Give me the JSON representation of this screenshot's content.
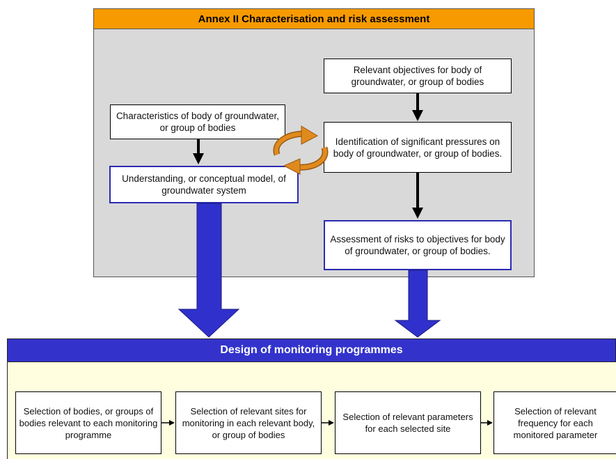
{
  "annex": {
    "title": "Annex II Characterisation and risk assessment",
    "relevant_objectives": "Relevant objectives for body of groundwater, or group of bodies",
    "characteristics": "Characteristics of body of groundwater, or group of bodies",
    "identification": "Identification of significant pressures on body of groundwater, or group of bodies.",
    "understanding": "Understanding, or conceptual model, of groundwater system",
    "assessment": "Assessment of risks to objectives for body of groundwater, or group of bodies."
  },
  "design": {
    "title": "Design of monitoring programmes",
    "steps": [
      "Selection of bodies, or groups of bodies relevant to each monitoring programme",
      "Selection of relevant sites for monitoring in each relevant body, or group of bodies",
      "Selection of relevant parameters for each selected site",
      "Selection of relevant frequency for each monitored parameter"
    ]
  },
  "colors": {
    "header_orange": "#f79a00",
    "panel_gray": "#d9d9d9",
    "design_blue": "#3333cc",
    "design_body": "#ffffe0",
    "cycle_orange": "#e08a1e"
  }
}
